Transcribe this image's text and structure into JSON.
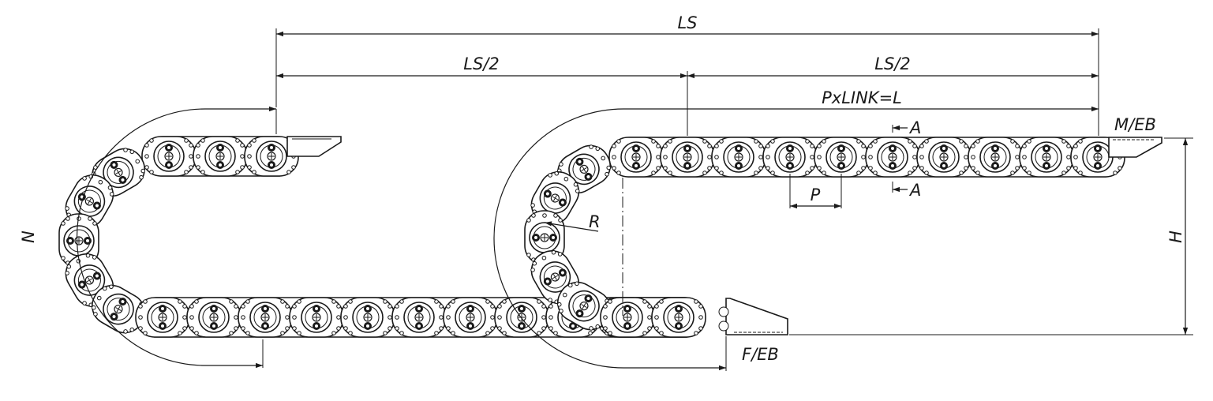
{
  "labels": {
    "ls": "LS",
    "ls_half_left": "LS/2",
    "ls_half_right": "LS/2",
    "pxlink": "PxLINK=L",
    "m_eb": "M/EB",
    "f_eb": "F/EB",
    "section_top": "A",
    "section_bottom": "A",
    "pitch": "P",
    "radius": "R",
    "height": "H",
    "n": "N"
  },
  "colors": {
    "line": "#1a1a1a",
    "background": "#ffffff"
  }
}
